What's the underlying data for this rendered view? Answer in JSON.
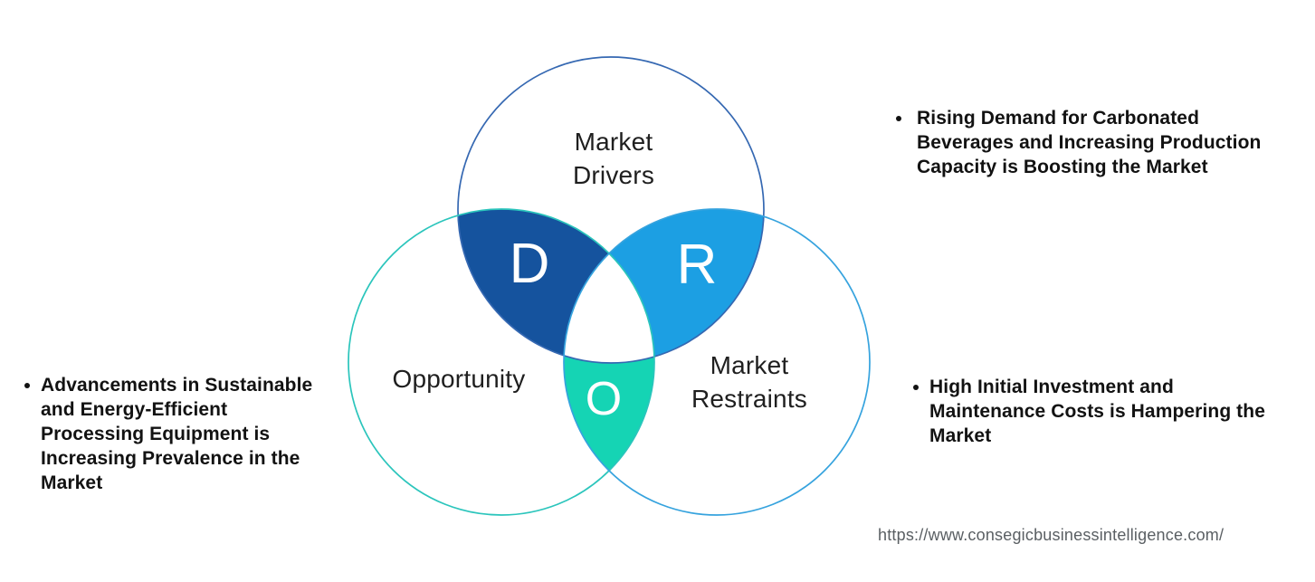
{
  "venn": {
    "circles": {
      "drivers": {
        "label_line1": "Market",
        "label_line2": "Drivers",
        "outline_color": "#3568B2"
      },
      "opportunity": {
        "label": "Opportunity",
        "outline_color": "#2BC5BC"
      },
      "restraints": {
        "label_line1": "Market",
        "label_line2": "Restraints",
        "outline_color": "#36A3DE"
      }
    },
    "overlaps": {
      "d": {
        "letter": "D",
        "color": "#15539E"
      },
      "r": {
        "letter": "R",
        "color": "#1C9FE3"
      },
      "o": {
        "letter": "O",
        "color": "#15D4B4"
      }
    },
    "center_color": "#FFFFFF"
  },
  "bullets": {
    "top_right": {
      "lines": [
        "Rising Demand for Carbonated",
        "Beverages and Increasing Production",
        "Capacity is Boosting the Market"
      ]
    },
    "left": {
      "lines": [
        "Advancements in Sustainable",
        "and Energy-Efficient",
        "Processing Equipment is",
        "Increasing Prevalence in the",
        "Market"
      ]
    },
    "bottom_right": {
      "lines": [
        "High Initial Investment and",
        "Maintenance Costs is Hampering the",
        "Market"
      ]
    }
  },
  "footer": {
    "url": "https://www.consegicbusinessintelligence.com/"
  }
}
